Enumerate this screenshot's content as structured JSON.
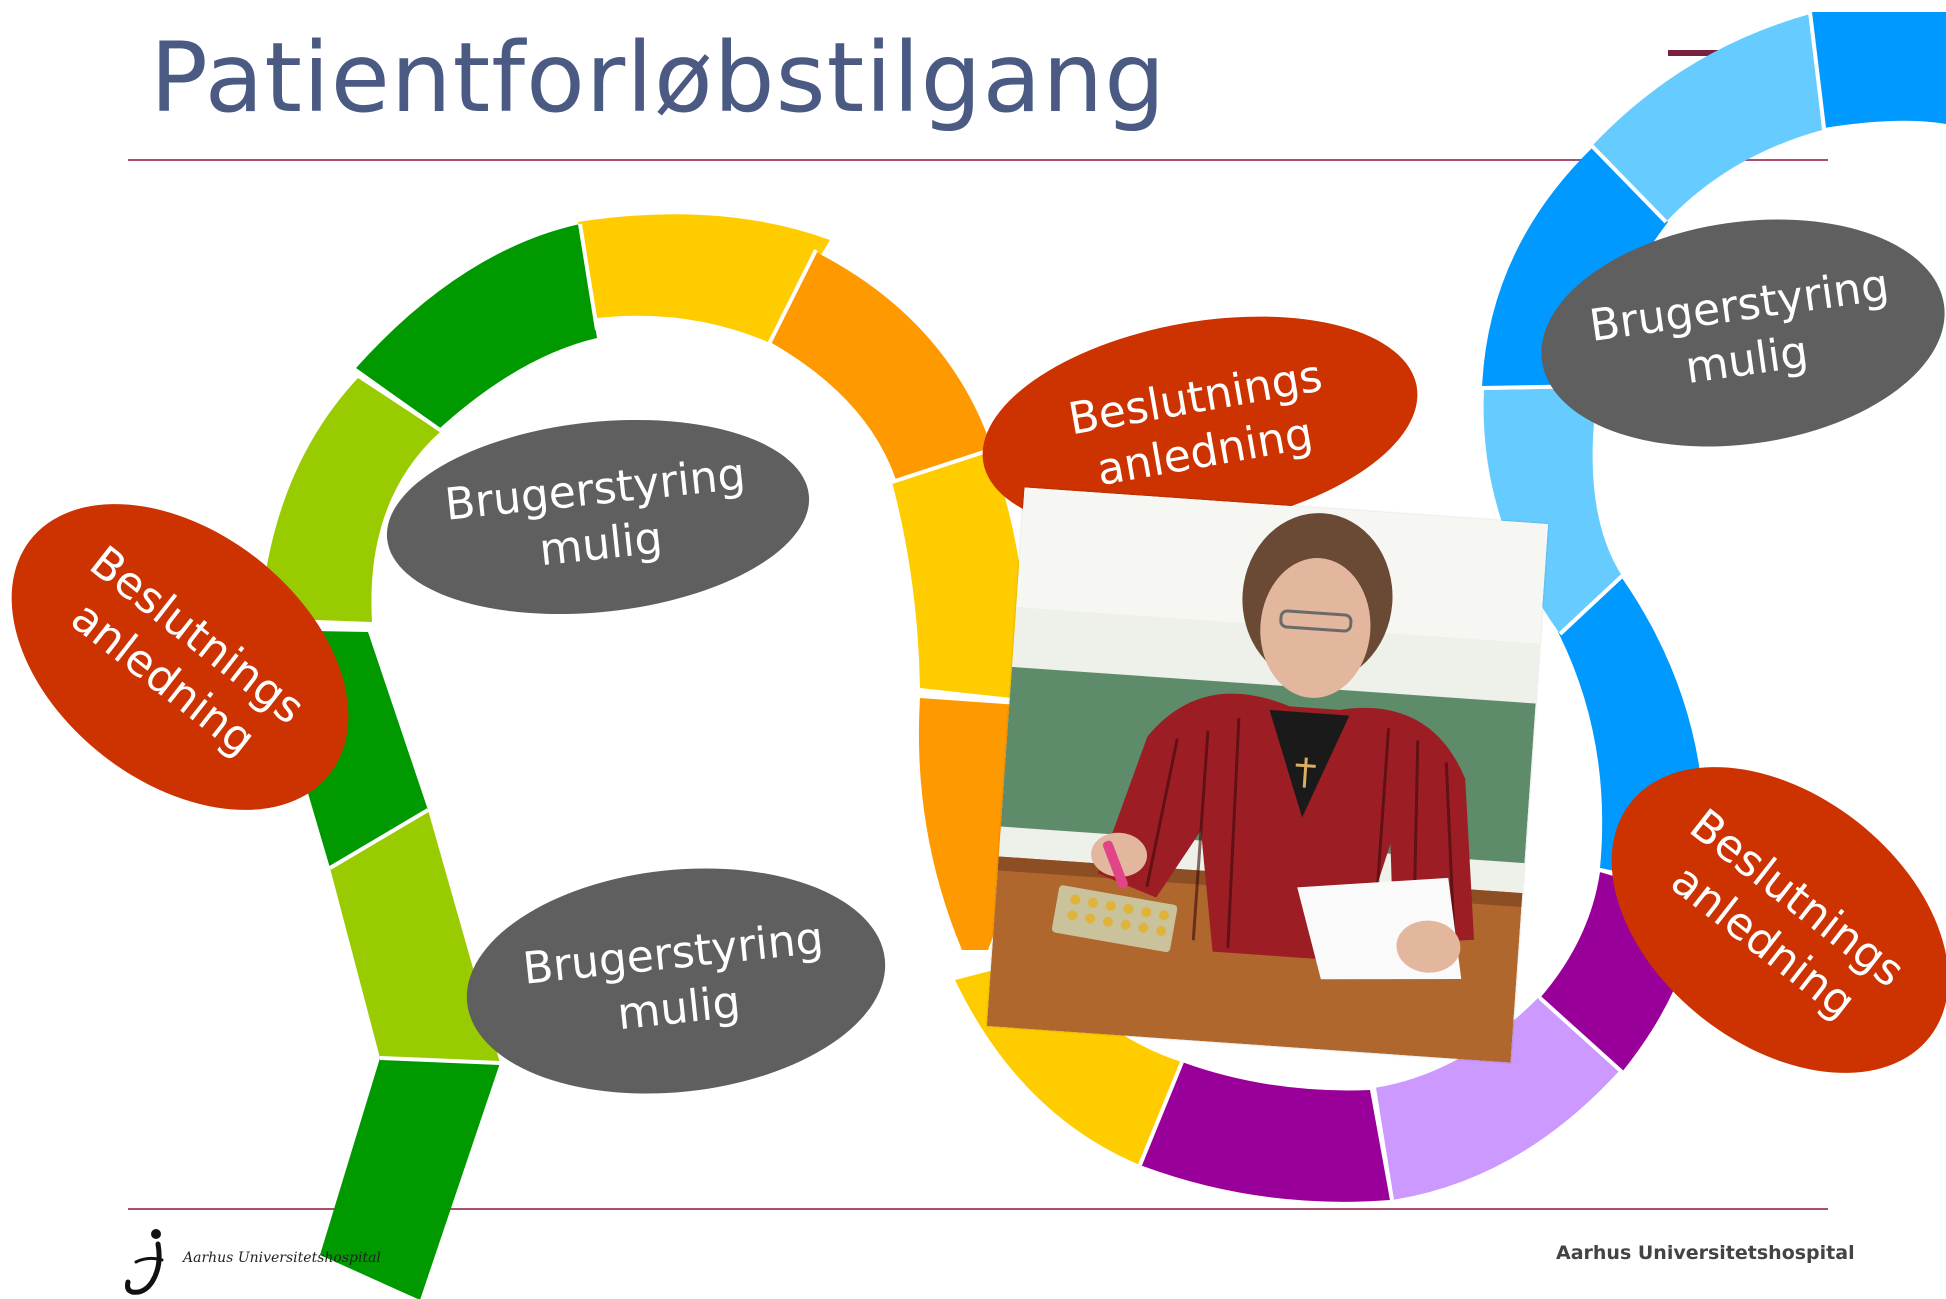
{
  "title": "Patientforløbstilgang",
  "bubbles": {
    "gray_1": {
      "line1": "Brugerstyring",
      "line2": "mulig"
    },
    "gray_2": {
      "line1": "Brugerstyring",
      "line2": "mulig"
    },
    "gray_3": {
      "line1": "Brugerstyring",
      "line2": "mulig"
    },
    "red_1": {
      "line1": "Beslutnings",
      "line2": "anledning"
    },
    "red_2": {
      "line1": "Beslutnings",
      "line2": "anledning"
    },
    "red_3": {
      "line1": "Beslutnings",
      "line2": "anledning"
    }
  },
  "footer": {
    "left_text": "Aarhus Universitetshospital",
    "right_text": "Aarhus Universitetshospital"
  },
  "colors": {
    "title": "#4a5a82",
    "rule": "#a8506f",
    "gray_bubble": "#5f5f5f",
    "red_bubble": "#cc3300",
    "dark_green": "#009900",
    "light_green": "#99cc00",
    "yellow": "#ffcc00",
    "orange": "#ff9900",
    "purple": "#990099",
    "lavender": "#cc99ff",
    "blue": "#0099ff",
    "light_blue": "#66ccff"
  }
}
